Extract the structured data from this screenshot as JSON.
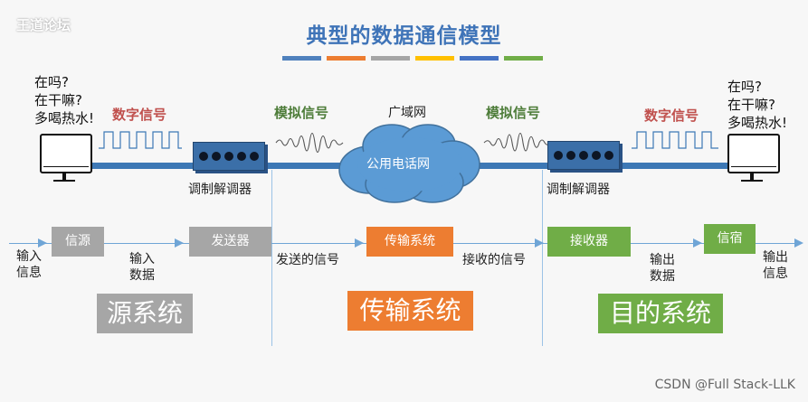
{
  "title": "典型的数据通信模型",
  "watermark_left": "王道论坛",
  "watermark_right": "CSDN @Full Stack-LLK",
  "colors": {
    "title": "#3f74b8",
    "source": "#a6a6a6",
    "transmission": "#ed7d31",
    "destination": "#70ad47",
    "wire": "#3d78b5",
    "title_bars": [
      "#4f81bd",
      "#ed7d31",
      "#a5a5a5",
      "#ffc000",
      "#4472c4",
      "#70ad47"
    ]
  },
  "left_speech": [
    "在吗?",
    "在干嘛?",
    "多喝热水!"
  ],
  "right_speech": [
    "在吗?",
    "在干嘛?",
    "多喝热水!"
  ],
  "digital_signal_label": "数字信号",
  "analog_signal_label": "模拟信号",
  "wan_label": "广域网",
  "cloud_label": "公用电话网",
  "modem_label": "调制解调器",
  "flow": {
    "input_info": [
      "输入",
      "信息"
    ],
    "source_box": "信源",
    "input_data": [
      "输入",
      "数据"
    ],
    "transmitter_box": "发送器",
    "sent_signal": "发送的信号",
    "transmission_box": "传输系统",
    "received_signal": "接收的信号",
    "receiver_box": "接收器",
    "output_data": [
      "输出",
      "数据"
    ],
    "sink_box": "信宿",
    "output_info": [
      "输出",
      "信息"
    ]
  },
  "systems": {
    "source": "源系统",
    "transmission": "传输系统",
    "destination": "目的系统"
  },
  "icons": [
    "monitor-icon",
    "modem-icon",
    "cloud-icon",
    "square-wave-icon",
    "analog-wave-icon"
  ]
}
